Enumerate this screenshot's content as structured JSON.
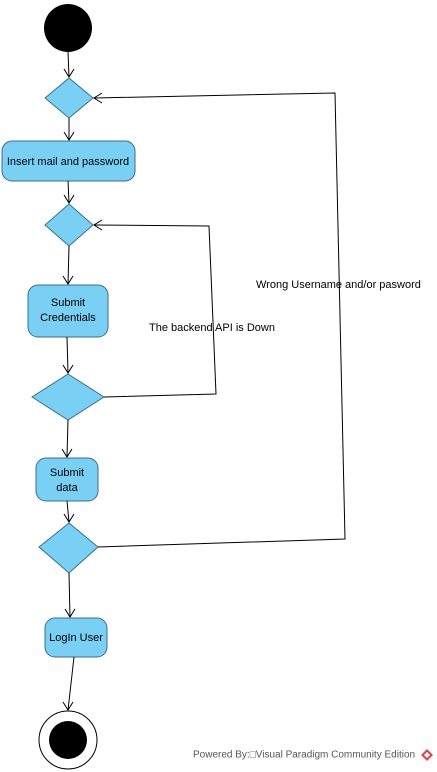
{
  "nodes": {
    "insert": "Insert mail and password",
    "submit_credentials": [
      "Submit",
      "Credentials"
    ],
    "submit_data": [
      "Submit",
      "data"
    ],
    "login": "LogIn User"
  },
  "edges": {
    "api_down": "The backend API is Down",
    "wrong_credentials": "Wrong Username and/or pasword"
  },
  "footer": {
    "powered_by": "Powered By:□Visual Paradigm Community Edition"
  },
  "colors": {
    "node_fill": "#7acff5",
    "node_stroke": "#3b6f8a",
    "logo": "#e0454f"
  }
}
